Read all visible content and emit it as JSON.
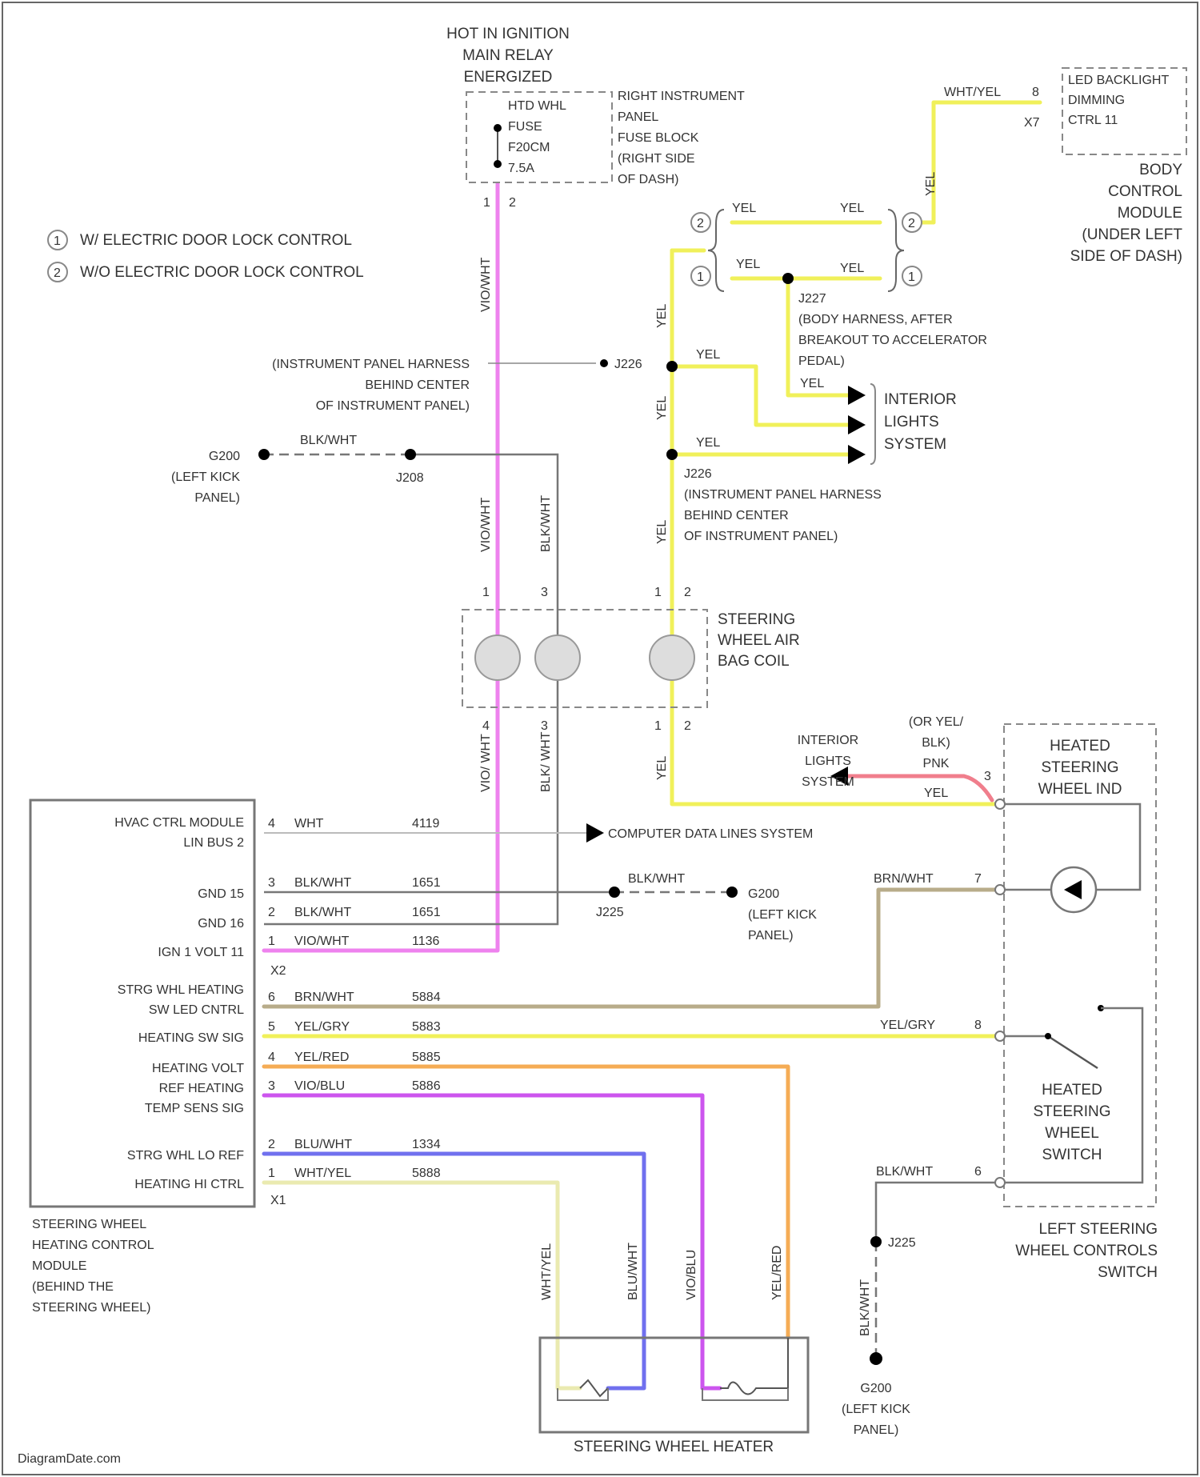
{
  "header": {
    "relay": [
      "HOT IN IGNITION",
      "MAIN RELAY",
      "ENERGIZED"
    ],
    "fuse": [
      "HTD WHL",
      "FUSE",
      "F20CM",
      "7.5A"
    ],
    "fuse_block": [
      "RIGHT INSTRUMENT",
      "PANEL",
      "FUSE BLOCK",
      "(RIGHT SIDE",
      "OF DASH)"
    ],
    "fuse_pins": [
      "1",
      "2"
    ]
  },
  "legend": [
    {
      "num": "1",
      "text": "W/ ELECTRIC DOOR LOCK CONTROL"
    },
    {
      "num": "2",
      "text": "W/O ELECTRIC DOOR LOCK CONTROL"
    }
  ],
  "bcm": {
    "box": [
      "LED BACKLIGHT",
      "DIMMING",
      "CTRL 11"
    ],
    "wire": "WHT/YEL",
    "pin": "8",
    "conn": "X7",
    "label": [
      "BODY",
      "CONTROL",
      "MODULE",
      "(UNDER LEFT",
      "SIDE OF DASH)"
    ]
  },
  "splices": {
    "yel1": "YEL",
    "yel2": "YEL",
    "yel3": "YEL",
    "yel4": "YEL",
    "yel_v": "YEL",
    "j227_label": [
      "J227",
      "(BODY HARNESS, AFTER",
      "BREAKOUT TO ACCELERATOR",
      "PEDAL)"
    ],
    "j226_ref": "J226",
    "ip_harness": [
      "(INSTRUMENT PANEL HARNESS",
      "BEHIND CENTER",
      "OF INSTRUMENT PANEL)"
    ],
    "j226_label": [
      "J226",
      "(INSTRUMENT PANEL HARNESS",
      "BEHIND CENTER",
      "OF INSTRUMENT PANEL)"
    ],
    "yel_a": "YEL",
    "yel_b": "YEL",
    "yel_c": "YEL"
  },
  "interior_lights": [
    "INTERIOR",
    "LIGHTS",
    "SYSTEM"
  ],
  "g200_top": {
    "wire": "BLK/WHT",
    "ground": [
      "G200",
      "(LEFT KICK",
      "PANEL)"
    ],
    "splice": "J208"
  },
  "vertical_labels": {
    "vio_wht": "VIO/WHT",
    "blk_wht": "BLK/WHT",
    "yel": "YEL",
    "vio_wht2": "VIO/ WHT",
    "blk_wht2": "BLK/ WHT",
    "wht_yel": "WHT/YEL",
    "blu_wht": "BLU/WHT",
    "vio_blu": "VIO/BLU",
    "yel_red": "YEL/RED",
    "blk_wht3": "BLK/WHT"
  },
  "air_bag_coil": {
    "label": [
      "STEERING",
      "WHEEL AIR",
      "BAG COIL"
    ],
    "top_pins": [
      "1",
      "3",
      "1",
      "2"
    ],
    "bot_pins": [
      "4",
      "3",
      "1",
      "2"
    ]
  },
  "module": {
    "pins": [
      {
        "name": "HVAC CTRL MODULE LIN BUS 2",
        "pin": "4",
        "wire": "WHT",
        "circ": "4119"
      },
      {
        "name": "GND 15",
        "pin": "3",
        "wire": "BLK/WHT",
        "circ": "1651"
      },
      {
        "name": "GND 16",
        "pin": "2",
        "wire": "BLK/WHT",
        "circ": "1651"
      },
      {
        "name": "IGN 1 VOLT 11",
        "pin": "1",
        "wire": "VIO/WHT",
        "circ": "1136"
      },
      {
        "name": "STRG WHL HEATING SW LED CNTRL",
        "pin": "6",
        "wire": "BRN/WHT",
        "circ": "5884"
      },
      {
        "name": "HEATING SW SIG",
        "pin": "5",
        "wire": "YEL/GRY",
        "circ": "5883"
      },
      {
        "name": "HEATING VOLT REF",
        "pin": "4",
        "wire": "YEL/RED",
        "circ": "5885"
      },
      {
        "name": "HEATING TEMP SENS SIG",
        "pin": "3",
        "wire": "VIO/BLU",
        "circ": "5886"
      },
      {
        "name": "STRG WHL LO REF",
        "pin": "2",
        "wire": "BLU/WHT",
        "circ": "1334"
      },
      {
        "name": "HEATING HI CTRL",
        "pin": "1",
        "wire": "WHT/YEL",
        "circ": "5888"
      }
    ],
    "x2": "X2",
    "x1": "X1",
    "label": [
      "STEERING WHEEL",
      "HEATING CONTROL",
      "MODULE",
      "(BEHIND THE",
      "STEERING WHEEL)"
    ]
  },
  "computer_data": "COMPUTER DATA LINES SYSTEM",
  "g200_mid": {
    "wire": "BLK/WHT",
    "splice": "J225",
    "ground": [
      "G200",
      "(LEFT KICK",
      "PANEL)"
    ]
  },
  "switch_ind": {
    "interior": [
      "INTERIOR",
      "LIGHTS",
      "SYSTEM"
    ],
    "alt_wire": [
      "(OR YEL/",
      "BLK)",
      "PNK"
    ],
    "yel": "YEL",
    "pin3": "3",
    "ind_label": [
      "HEATED",
      "STEERING",
      "WHEEL IND"
    ],
    "brn_wht": "BRN/WHT",
    "pin7": "7",
    "yel_gry": "YEL/GRY",
    "pin8": "8",
    "sw_label": [
      "HEATED",
      "STEERING",
      "WHEEL",
      "SWITCH"
    ],
    "blk_wht": "BLK/WHT",
    "pin6": "6",
    "controls_label": [
      "LEFT STEERING",
      "WHEEL CONTROLS",
      "SWITCH"
    ]
  },
  "g200_bot": {
    "splice": "J225",
    "ground": [
      "G200",
      "(LEFT KICK",
      "PANEL)"
    ]
  },
  "heater": "STEERING WHEEL HEATER",
  "watermark": "DiagramDate.com",
  "colors": {
    "pink": "#ee82ee",
    "yellow": "#f0f05a",
    "gray": "#777777",
    "tan": "#b8ac8a",
    "orange": "#f5ac55",
    "purple": "#cc55ee",
    "blue": "#7070ee",
    "paleyellow": "#eaeab0",
    "red": "#f07e8c"
  }
}
